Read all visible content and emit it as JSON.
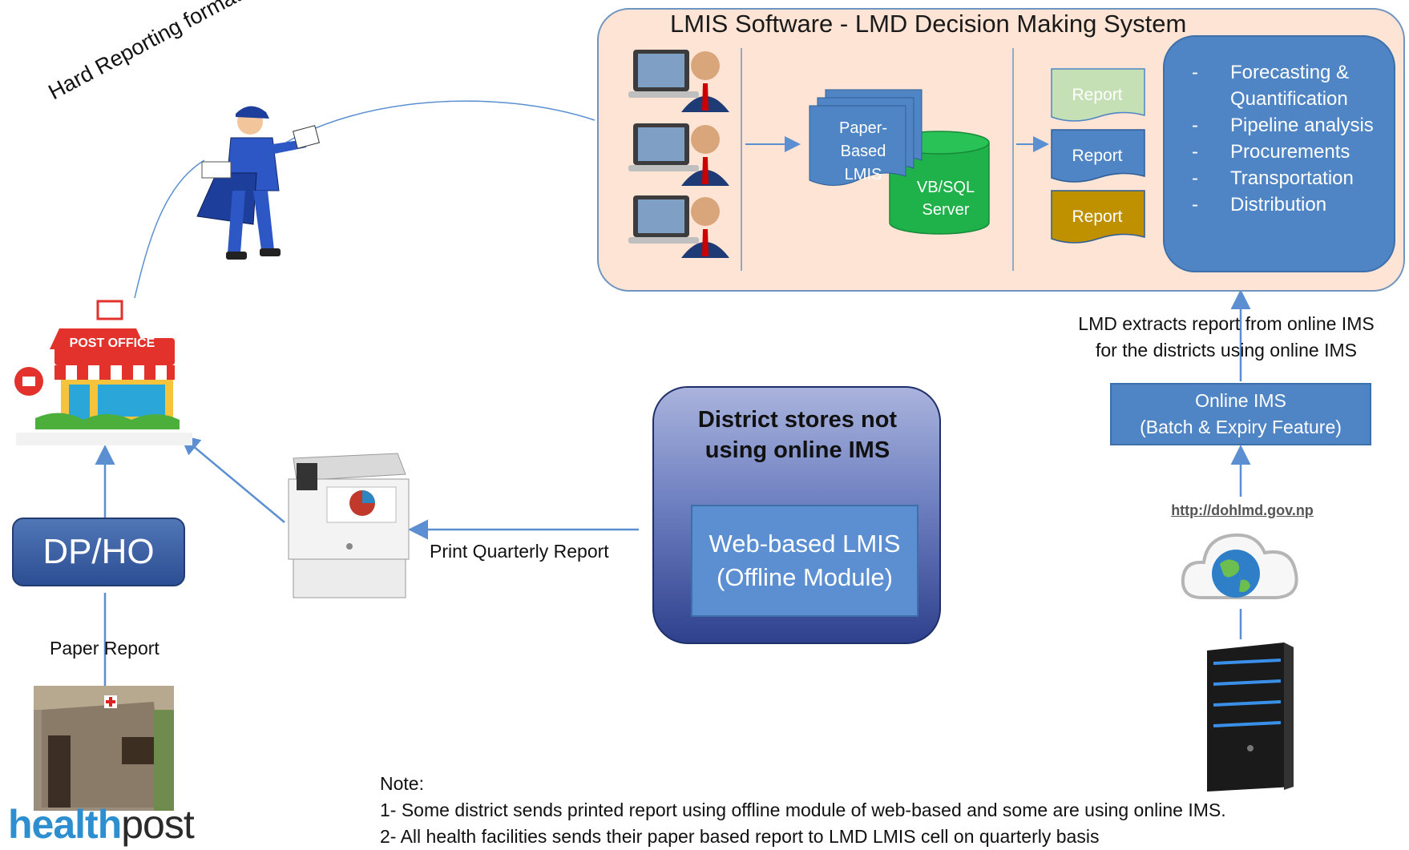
{
  "lmis": {
    "title": "LMIS Software - LMD Decision Making System",
    "paper_lmis": [
      "Paper-",
      "Based",
      "LMIS"
    ],
    "db_label": [
      "VB/SQL",
      "Server"
    ],
    "reports": [
      "Report",
      "Report",
      "Report"
    ],
    "report_colors": [
      "#c5e0b4",
      "#4f85c5",
      "#bf9000"
    ],
    "functions": [
      "Forecasting  & Quantification",
      "Pipeline analysis",
      "Procurements",
      "Transportation",
      "Distribution"
    ]
  },
  "left": {
    "hard_reporting": "Hard Reporting formats - Quarterly",
    "post_office": "POST OFFICE",
    "dpho": "DP/HO",
    "paper_report": "Paper Report",
    "healthpost_a": "health",
    "healthpost_b": "post"
  },
  "middle": {
    "print_report": "Print Quarterly Report",
    "district_title": "District stores not using online IMS",
    "web_lmis_1": "Web-based LMIS",
    "web_lmis_2": "(Offline Module)"
  },
  "right": {
    "extract_1": "LMD extracts report from online IMS",
    "extract_2": "for the districts using online IMS",
    "ims_1": "Online IMS",
    "ims_2": "(Batch & Expiry Feature)",
    "url": "http://dohlmd.gov.np"
  },
  "note": {
    "heading": "Note:",
    "line1": "1- Some district sends printed report using offline module of web-based and some are using online IMS.",
    "line2": "2- All health facilities sends their paper based report to LMD LMIS cell on quarterly basis"
  },
  "colors": {
    "arrow": "#5b8fd1",
    "accent": "#4f85c5",
    "panel": "#fde4d4",
    "db": "#1fb14a"
  }
}
